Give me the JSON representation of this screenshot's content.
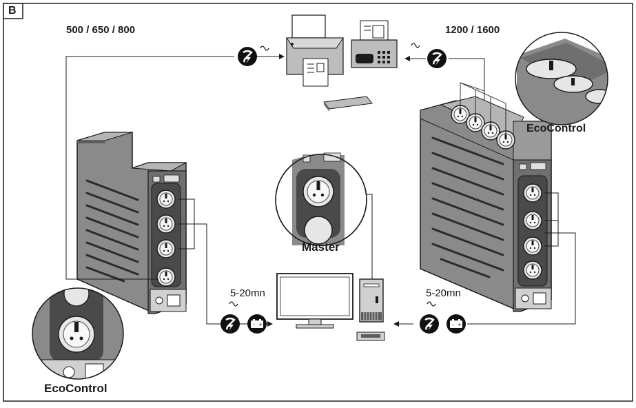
{
  "figure_tag": "B",
  "left_models": "500 / 650 / 800",
  "right_models": "1200 / 1600",
  "master_label": "Master",
  "ecocontrol_label_left": "EcoControl",
  "ecocontrol_label_right": "EcoControl",
  "delay_left": "5-20mn",
  "delay_right": "5-20mn",
  "colors": {
    "line": "#1a1a1a",
    "device_fill": "#8a8a8a",
    "device_dark": "#5c5c5c",
    "device_light": "#b5b5b5",
    "panel": "#d8d8d8"
  },
  "icons": [
    "power-surge-icon",
    "battery-icon",
    "ac-wave-icon",
    "printer-icon",
    "fax-icon",
    "scanner-icon",
    "monitor-icon",
    "computer-tower-icon",
    "keyboard-icon",
    "power-outlet-icon"
  ]
}
